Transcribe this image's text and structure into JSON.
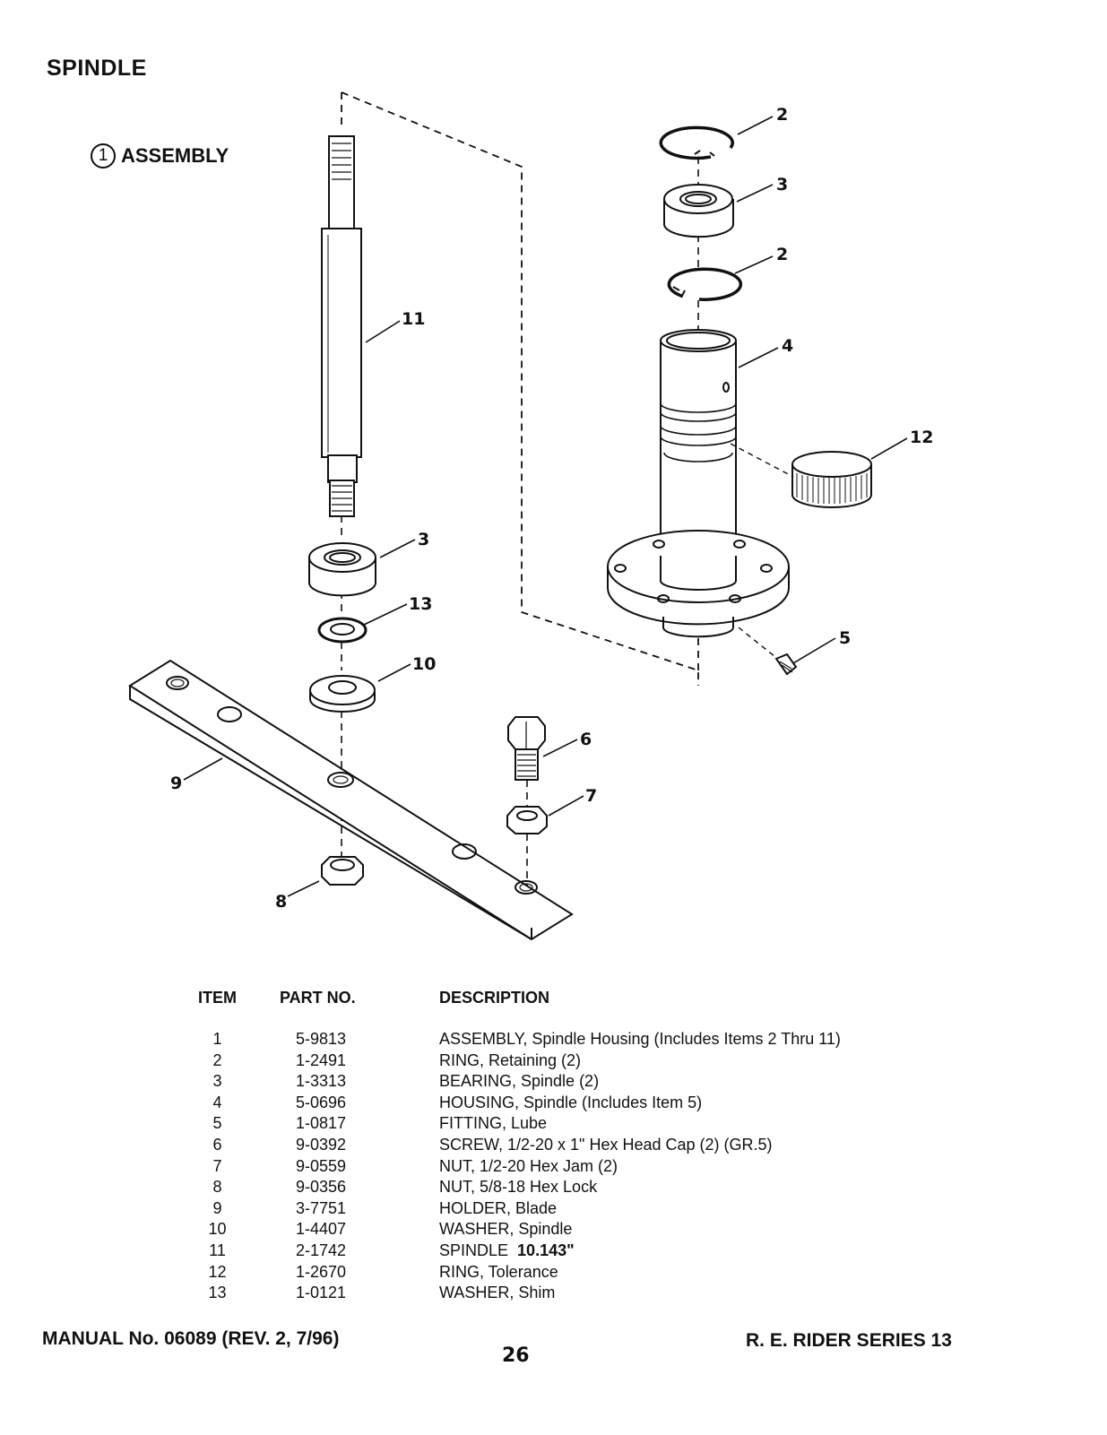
{
  "header": {
    "title": "SPINDLE",
    "assembly_number": "1",
    "assembly_label": "ASSEMBLY"
  },
  "diagram": {
    "callouts": [
      "2",
      "3",
      "2",
      "4",
      "12",
      "5",
      "11",
      "3",
      "13",
      "10",
      "6",
      "7",
      "9",
      "8"
    ]
  },
  "parts_table": {
    "headers": {
      "item": "ITEM",
      "part_no": "PART NO.",
      "description": "DESCRIPTION"
    },
    "rows": [
      {
        "item": "1",
        "part_no": "5-9813",
        "description": "ASSEMBLY, Spindle Housing (Includes Items 2 Thru 11)",
        "extra": ""
      },
      {
        "item": "2",
        "part_no": "1-2491",
        "description": "RING, Retaining (2)",
        "extra": ""
      },
      {
        "item": "3",
        "part_no": "1-3313",
        "description": "BEARING, Spindle (2)",
        "extra": ""
      },
      {
        "item": "4",
        "part_no": "5-0696",
        "description": "HOUSING, Spindle (Includes Item 5)",
        "extra": ""
      },
      {
        "item": "5",
        "part_no": "1-0817",
        "description": "FITTING, Lube",
        "extra": ""
      },
      {
        "item": "6",
        "part_no": "9-0392",
        "description": "SCREW, 1/2-20 x 1\" Hex Head Cap (2) (GR.5)",
        "extra": ""
      },
      {
        "item": "7",
        "part_no": "9-0559",
        "description": "NUT, 1/2-20 Hex Jam (2)",
        "extra": ""
      },
      {
        "item": "8",
        "part_no": "9-0356",
        "description": "NUT, 5/8-18 Hex Lock",
        "extra": ""
      },
      {
        "item": "9",
        "part_no": "3-7751",
        "description": "HOLDER, Blade",
        "extra": ""
      },
      {
        "item": "10",
        "part_no": "1-4407",
        "description": "WASHER, Spindle",
        "extra": ""
      },
      {
        "item": "11",
        "part_no": "2-1742",
        "description": "SPINDLE",
        "extra": "10.143\""
      },
      {
        "item": "12",
        "part_no": "1-2670",
        "description": "RING, Tolerance",
        "extra": ""
      },
      {
        "item": "13",
        "part_no": "1-0121",
        "description": "WASHER, Shim",
        "extra": ""
      }
    ]
  },
  "footer": {
    "manual": "MANUAL No. 06089 (REV. 2, 7/96)",
    "page": "26",
    "series": "R. E. RIDER SERIES 13"
  }
}
